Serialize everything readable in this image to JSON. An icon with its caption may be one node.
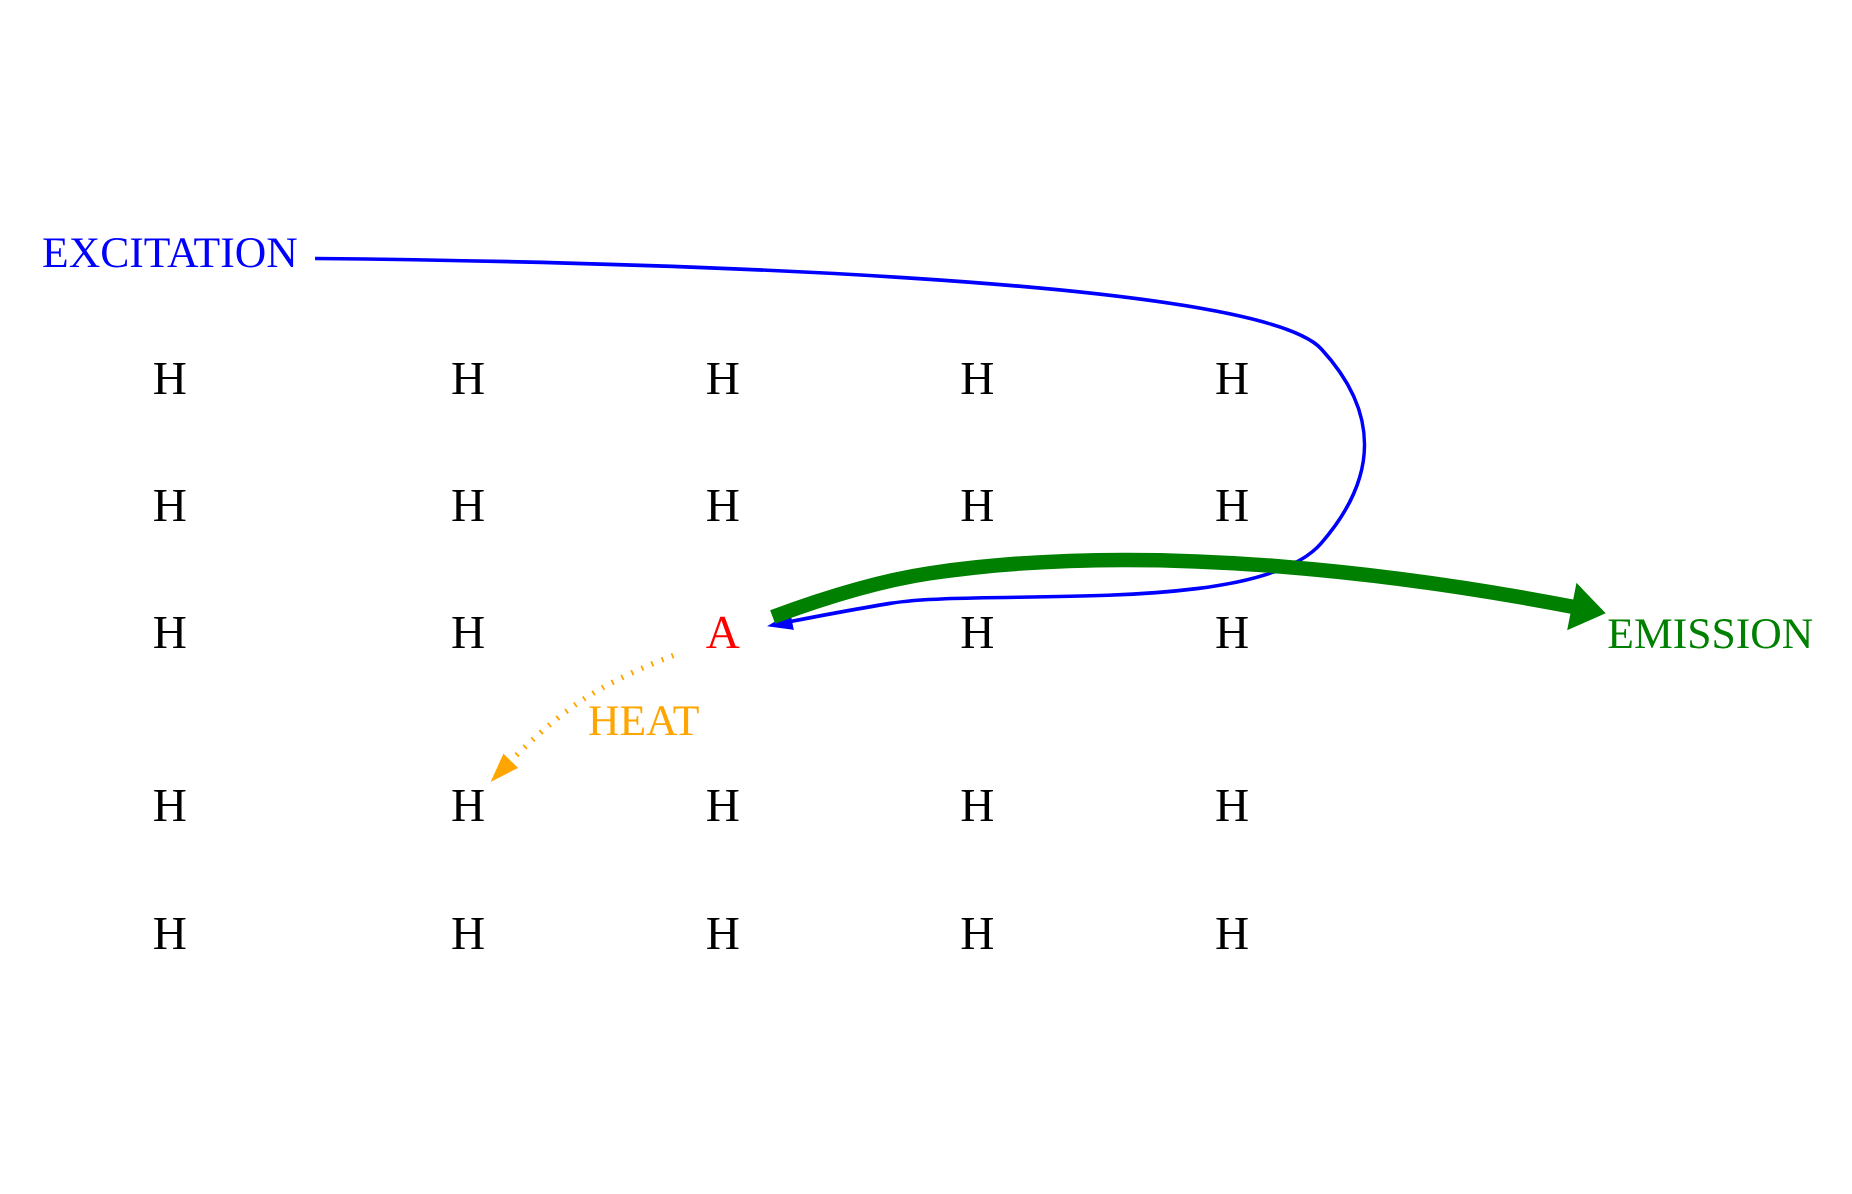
{
  "diagram": {
    "nodes": [
      {
        "text": [
          "EXCITATION"
        ]
      },
      {
        "text": [
          "H"
        ]
      },
      {
        "text": [
          "H"
        ]
      },
      {
        "text": [
          "H"
        ]
      },
      {
        "text": [
          "H"
        ]
      },
      {
        "text": [
          "H"
        ]
      },
      {
        "text": [
          "H"
        ]
      },
      {
        "text": [
          "H"
        ]
      },
      {
        "text": [
          "H"
        ]
      },
      {
        "text": [
          "H"
        ]
      },
      {
        "text": [
          "H"
        ]
      },
      {
        "text": [
          "EMISSION"
        ]
      },
      {
        "text": [
          "H"
        ]
      },
      {
        "text": [
          "H"
        ]
      },
      {
        "text": [
          "A"
        ]
      },
      {
        "text": [
          "H"
        ]
      },
      {
        "text": [
          "H"
        ]
      },
      {
        "text": [
          "H"
        ]
      },
      {
        "text": [
          "H"
        ]
      },
      {
        "text": [
          "H"
        ]
      },
      {
        "text": [
          "H"
        ]
      },
      {
        "text": [
          "H"
        ]
      },
      {
        "text": [
          "H"
        ]
      },
      {
        "text": [
          "H"
        ]
      },
      {
        "text": [
          "H"
        ]
      },
      {
        "text": [
          "H"
        ]
      },
      {
        "text": [
          "H"
        ]
      }
    ],
    "edges": [
      {
        "from": 0,
        "to": 14,
        "arrow": "to",
        "color": "#0000ff"
      },
      {
        "from": 14,
        "to": 11,
        "arrow": "to",
        "style": "thick",
        "color": "#008000"
      },
      {
        "from": 14,
        "to": 18,
        "arrow": "to",
        "label": "HEAT",
        "style": "dashed",
        "color": "#ffa500"
      }
    ]
  }
}
